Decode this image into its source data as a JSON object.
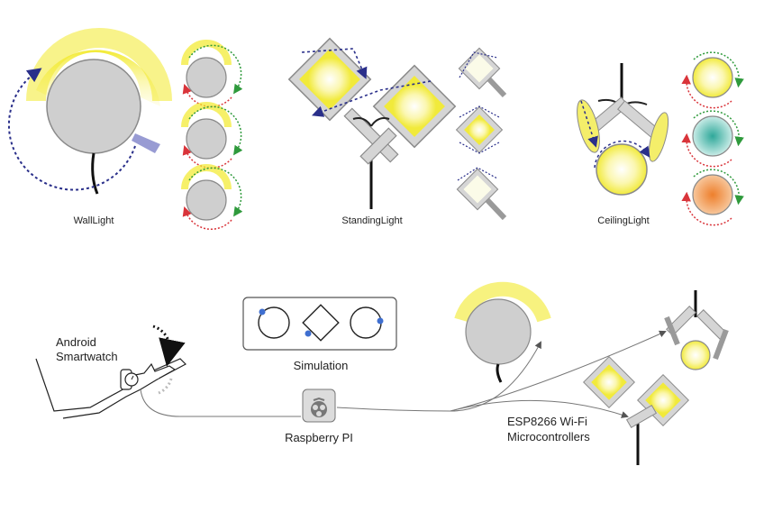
{
  "labels": {
    "wall_light": "WallLight",
    "standing_light": "StandingLight",
    "ceiling_light": "CeilingLight",
    "android_line1": "Android",
    "android_line2": "Smartwatch",
    "simulation": "Simulation",
    "raspberry": "Raspberry PI",
    "esp_line1": "ESP8266 Wi-Fi",
    "esp_line2": "Microcontrollers"
  },
  "colors": {
    "glow_yellow": "#f6f05a",
    "lamp_gray": "#cfcfcf",
    "lamp_stroke": "#8a8a8a",
    "arrow_blue": "#2a2f8a",
    "arrow_green": "#2f9a3c",
    "arrow_red": "#d9343a",
    "teal": "#33b6a8",
    "orange": "#f08b3a",
    "sim_dot": "#3f6fd0"
  },
  "icons": [
    "wall-light-icon",
    "standing-light-icon",
    "ceiling-light-icon",
    "smartwatch-hand-icon",
    "raspberry-pi-icon",
    "simulation-panel-icon"
  ]
}
